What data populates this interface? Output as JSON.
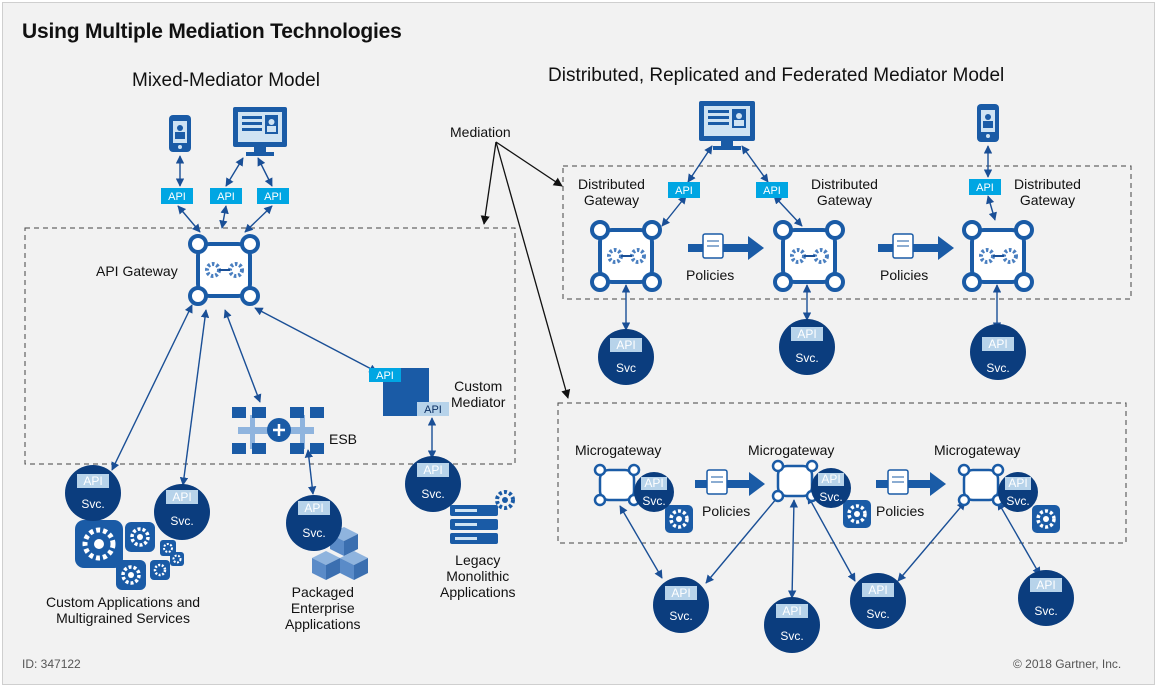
{
  "title": "Using Multiple Mediation Technologies",
  "sections": {
    "left": "Mixed-Mediator Model",
    "right": "Distributed, Replicated and Federated Mediator Model"
  },
  "labels": {
    "mediation": "Mediation",
    "api_gateway": "API Gateway",
    "esb": "ESB",
    "custom_mediator": [
      "Custom",
      "Mediator"
    ],
    "custom_apps": [
      "Custom Applications and",
      "Multigrained Services"
    ],
    "packaged_apps": [
      "Packaged",
      "Enterprise",
      "Applications"
    ],
    "legacy_apps": [
      "Legacy",
      "Monolithic",
      "Applications"
    ],
    "distributed_gateway": [
      "Distributed",
      "Gateway"
    ],
    "policies": "Policies",
    "microgateway": "Microgateway"
  },
  "tags": {
    "api": "API",
    "svc": "Svc.",
    "svc_alt": "Svc"
  },
  "colors": {
    "navy": "#0b3d7e",
    "blue": "#1a5ba6",
    "cyan": "#00a6e3",
    "light": "#b7d3ea",
    "background": "#f2f2f2"
  },
  "footer": {
    "id": "ID: 347122",
    "copyright": "© 2018 Gartner, Inc."
  }
}
